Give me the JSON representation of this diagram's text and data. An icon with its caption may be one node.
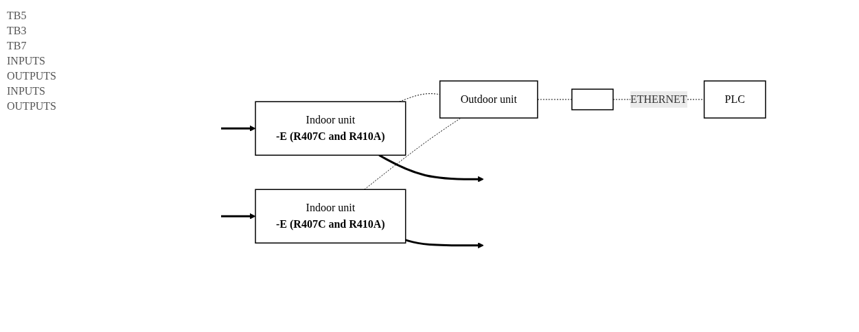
{
  "diagram": {
    "nodes": [
      {
        "text": [
          "Indoor unit",
          "-E (R407C and R410A)"
        ]
      },
      {
        "text": [
          "Indoor unit",
          "-E (R407C and R410A)"
        ]
      },
      {
        "text": [
          "Outdoor unit"
        ]
      },
      {
        "text": [],
        "shape": "box"
      },
      {
        "text": [
          "PLC"
        ]
      }
    ],
    "edges": [
      {
        "from": 0,
        "to": null,
        "arrow": "to",
        "style": "thick"
      },
      {
        "from": null,
        "to": 0,
        "arrow": "to",
        "style": "thick"
      },
      {
        "from": 1,
        "to": null,
        "arrow": "to",
        "style": "thick"
      },
      {
        "from": null,
        "to": 1,
        "arrow": "to",
        "style": "thick"
      },
      {
        "from": 0,
        "to": 2,
        "arrow": "none",
        "style": "dashed"
      },
      {
        "from": 1,
        "to": 2,
        "arrow": "none",
        "style": "dashed"
      },
      {
        "from": 2,
        "to": 3,
        "arrow": "none",
        "style": "dashed"
      },
      {
        "from": 3,
        "to": 4,
        "arrow": "none",
        "style": "dashed",
        "label": "ETHERNET"
      }
    ],
    "labels": [
      "TB5",
      "TB3",
      "TB7",
      "INPUTS",
      "OUTPUTS",
      "INPUTS",
      "OUTPUTS"
    ]
  }
}
